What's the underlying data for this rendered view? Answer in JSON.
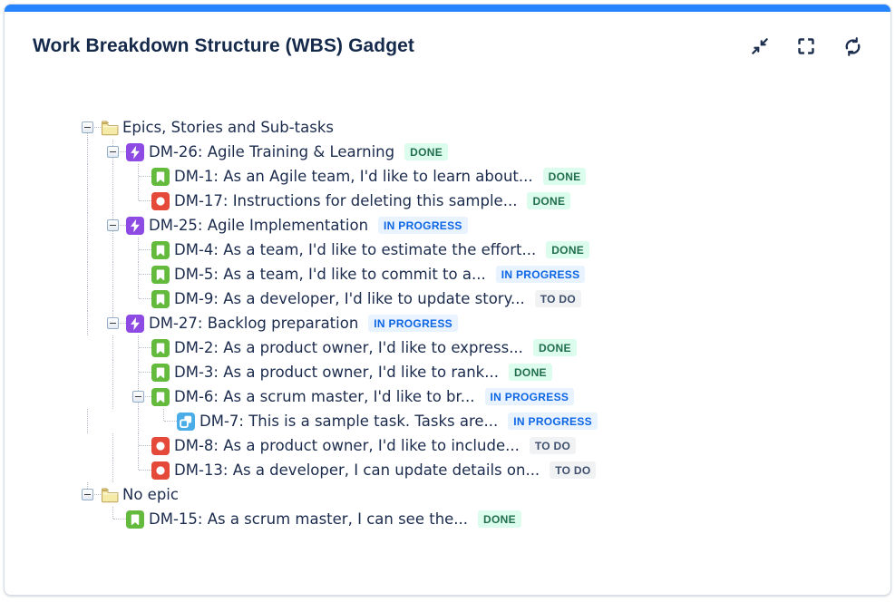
{
  "header": {
    "title": "Work Breakdown Structure (WBS) Gadget",
    "toolbar": [
      {
        "name": "collapse-button",
        "icon": "collapse-arrows-icon"
      },
      {
        "name": "fullscreen-button",
        "icon": "fullscreen-brackets-icon"
      },
      {
        "name": "refresh-button",
        "icon": "refresh-icon"
      }
    ]
  },
  "colors": {
    "accent": "#2684FF",
    "title_text": "#15294b",
    "tree_text": "#1b2b4d",
    "guide_dots": "#b6bdc9",
    "epic": "#8e4be4",
    "story": "#63ba3c",
    "bug": "#e5493a",
    "subtask": "#4bade8",
    "folder_fill": "#f5eba8",
    "folder_stroke": "#c2a95f"
  },
  "statuses": {
    "DONE": {
      "label": "DONE",
      "bg": "#dcfcee",
      "fg": "#216e4e"
    },
    "IN PROGRESS": {
      "label": "IN PROGRESS",
      "bg": "#e9f2ff",
      "fg": "#0c66e4"
    },
    "TO DO": {
      "label": "TO DO",
      "bg": "#f1f2f4",
      "fg": "#3e4f6e"
    }
  },
  "tree": {
    "rows": [
      {
        "label": "Epics, Stories and Sub-tasks",
        "type": "folder",
        "depth": 0,
        "status": null,
        "expander": true,
        "guides": [],
        "connector": "down"
      },
      {
        "label": "DM-26: Agile Training & Learning",
        "type": "epic",
        "depth": 1,
        "status": "DONE",
        "expander": true,
        "guides": [
          true
        ],
        "connector": "both"
      },
      {
        "label": "DM-1: As an Agile team, I'd like to learn about...",
        "type": "story",
        "depth": 2,
        "status": "DONE",
        "expander": false,
        "guides": [
          true,
          true
        ],
        "connector": "both"
      },
      {
        "label": "DM-17: Instructions for deleting this sample...",
        "type": "bug",
        "depth": 2,
        "status": "DONE",
        "expander": false,
        "guides": [
          true,
          true
        ],
        "connector": "up"
      },
      {
        "label": "DM-25: Agile Implementation",
        "type": "epic",
        "depth": 1,
        "status": "IN PROGRESS",
        "expander": true,
        "guides": [
          true
        ],
        "connector": "both"
      },
      {
        "label": "DM-4: As a team, I'd like to estimate the effort...",
        "type": "story",
        "depth": 2,
        "status": "DONE",
        "expander": false,
        "guides": [
          true,
          true
        ],
        "connector": "both"
      },
      {
        "label": "DM-5: As a team, I'd like to commit to a...",
        "type": "story",
        "depth": 2,
        "status": "IN PROGRESS",
        "expander": false,
        "guides": [
          true,
          true
        ],
        "connector": "both"
      },
      {
        "label": "DM-9: As a developer, I'd like to update story...",
        "type": "story",
        "depth": 2,
        "status": "TO DO",
        "expander": false,
        "guides": [
          true,
          true
        ],
        "connector": "up"
      },
      {
        "label": "DM-27: Backlog preparation",
        "type": "epic",
        "depth": 1,
        "status": "IN PROGRESS",
        "expander": true,
        "guides": [
          true
        ],
        "connector": "up"
      },
      {
        "label": "DM-2: As a product owner, I'd like to express...",
        "type": "story",
        "depth": 2,
        "status": "DONE",
        "expander": false,
        "guides": [
          true,
          false
        ],
        "connector": "both"
      },
      {
        "label": "DM-3: As a product owner, I'd like to rank...",
        "type": "story",
        "depth": 2,
        "status": "DONE",
        "expander": false,
        "guides": [
          true,
          false
        ],
        "connector": "both"
      },
      {
        "label": "DM-6: As a scrum master, I'd like to br...",
        "type": "story",
        "depth": 2,
        "status": "IN PROGRESS",
        "expander": true,
        "guides": [
          true,
          false
        ],
        "connector": "both"
      },
      {
        "label": "DM-7: This is a sample task. Tasks are...",
        "type": "subtask",
        "depth": 3,
        "status": "IN PROGRESS",
        "expander": false,
        "guides": [
          true,
          false,
          true
        ],
        "connector": "up"
      },
      {
        "label": "DM-8: As a product owner, I'd like to include...",
        "type": "bug",
        "depth": 2,
        "status": "TO DO",
        "expander": false,
        "guides": [
          true,
          false
        ],
        "connector": "both"
      },
      {
        "label": "DM-13: As a developer, I can update details on...",
        "type": "bug",
        "depth": 2,
        "status": "TO DO",
        "expander": false,
        "guides": [
          true,
          false
        ],
        "connector": "up"
      },
      {
        "label": "No epic",
        "type": "folder",
        "depth": 0,
        "status": null,
        "expander": true,
        "guides": [],
        "connector": "up"
      },
      {
        "label": "DM-15: As a scrum master, I can see the...",
        "type": "story",
        "depth": 1,
        "status": "DONE",
        "expander": false,
        "guides": [
          false
        ],
        "connector": "up"
      }
    ]
  }
}
